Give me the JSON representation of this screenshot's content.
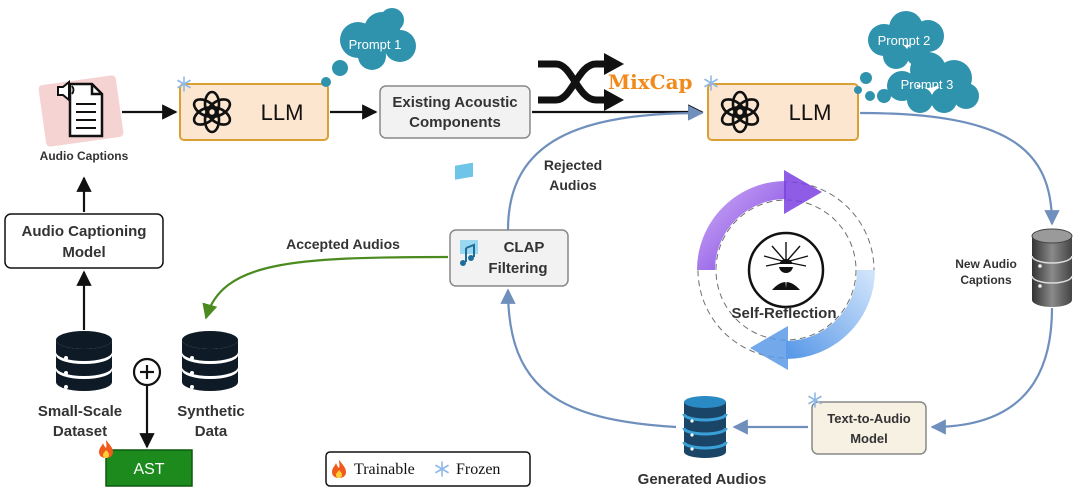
{
  "nodes": {
    "audio_captions": "Audio Captions",
    "llm_left": "LLM",
    "prompt1": "Prompt 1",
    "existing_line1": "Existing Acoustic",
    "existing_line2": "Components",
    "mixcap": "MixCap",
    "llm_right": "LLM",
    "prompt2": "Prompt 2",
    "prompt3": "Prompt 3",
    "rejected_line1": "Rejected",
    "rejected_line2": "Audios",
    "accepted": "Accepted Audios",
    "clap_line1": "CLAP",
    "clap_line2": "Filtering",
    "self_reflection": "Self-Reflection",
    "new_captions_line1": "New Audio",
    "new_captions_line2": "Captions",
    "captioning_line1": "Audio Captioning",
    "captioning_line2": "Model",
    "small_scale_line1": "Small-Scale",
    "small_scale_line2": "Dataset",
    "synthetic_line1": "Synthetic",
    "synthetic_line2": "Data",
    "ast": "AST",
    "tta_line1": "Text-to-Audio",
    "tta_line2": "Model",
    "generated": "Generated Audios"
  },
  "legend": {
    "trainable": "Trainable",
    "frozen": "Frozen"
  },
  "colors": {
    "llm_box": "#fde6cf",
    "llm_border": "#d9a036",
    "cloud": "#2f93ad",
    "blue_arrow": "#6f8fbd",
    "green_arrow": "#4a8a1f",
    "ast_box": "#1d8a1d",
    "mixcap": "#f08a1a"
  }
}
